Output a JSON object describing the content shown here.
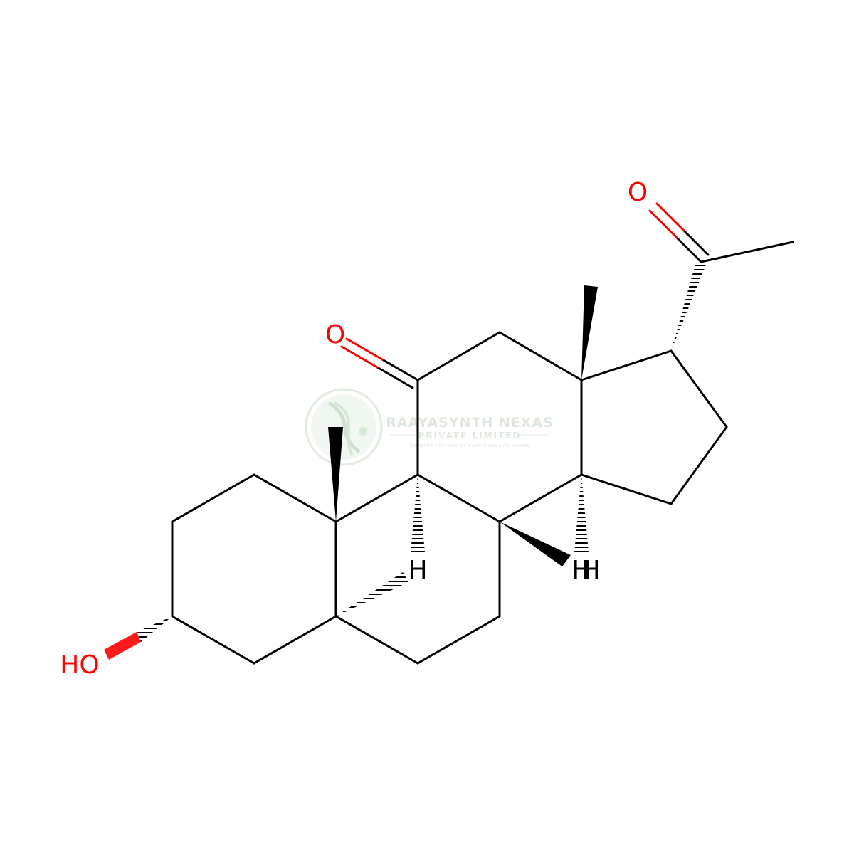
{
  "colors": {
    "bond": "#000000",
    "heteroatom": "#ff0000",
    "hydrogen": "#000000",
    "watermark": "#c4dcc4"
  },
  "atoms": {
    "o_c11": "O",
    "o_c20": "O",
    "hydroxyl": "HO",
    "h_c9": "H",
    "h_c8": "H",
    "h_c14": "H"
  },
  "watermark": {
    "company": "RAAYASYNTH NEXAS",
    "subtitle": "PRIVATE LIMITED",
    "tagline": "Complete solutions for every molecule's journey",
    "logo_icon": "dna-helix-logo-icon"
  }
}
